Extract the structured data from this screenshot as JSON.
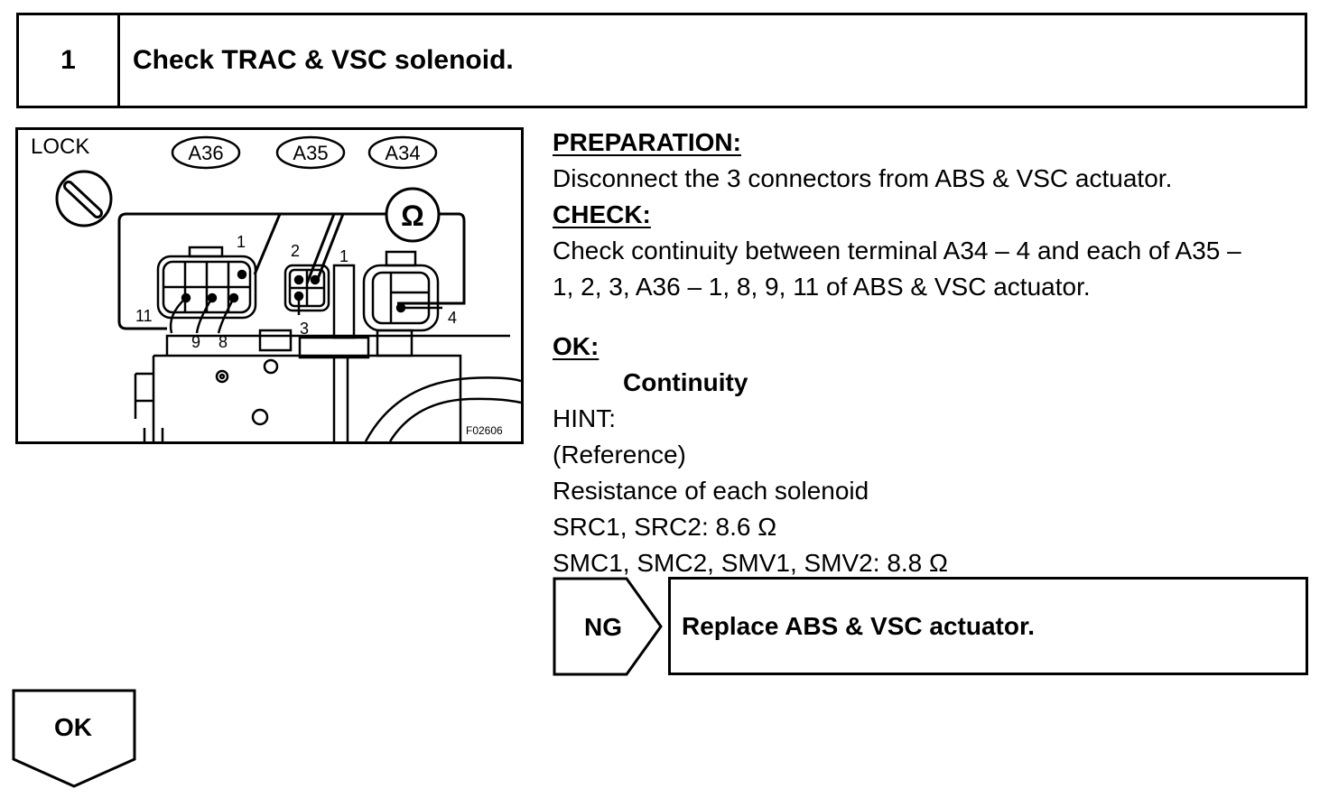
{
  "step": {
    "number": "1",
    "title": "Check TRAC & VSC solenoid."
  },
  "figure": {
    "lock_label": "LOCK",
    "connectors": [
      "A36",
      "A35",
      "A34"
    ],
    "ohm_symbol": "Ω",
    "terminal_labels": [
      "1",
      "2",
      "1",
      "11",
      "9",
      "8",
      "3",
      "4"
    ],
    "figure_code": "F02606"
  },
  "text": {
    "preparation_heading": "PREPARATION:",
    "preparation_body": "Disconnect the 3 connectors from ABS & VSC actuator.",
    "check_heading": "CHECK:",
    "check_body_1": "Check continuity between terminal A34 – 4 and each of A35 –",
    "check_body_2": "1, 2, 3, A36 – 1, 8, 9, 11 of ABS & VSC actuator.",
    "ok_heading": "OK:",
    "ok_value": "Continuity",
    "hint": "HINT:",
    "reference": "(Reference)",
    "resistance_title": "Resistance of each solenoid",
    "resistance_1": "SRC1, SRC2: 8.6 Ω",
    "resistance_2": "SMC1, SMC2, SMV1, SMV2: 8.8 Ω"
  },
  "ng": {
    "label": "NG",
    "action": "Replace ABS & VSC actuator."
  },
  "ok_flow": {
    "label": "OK"
  }
}
